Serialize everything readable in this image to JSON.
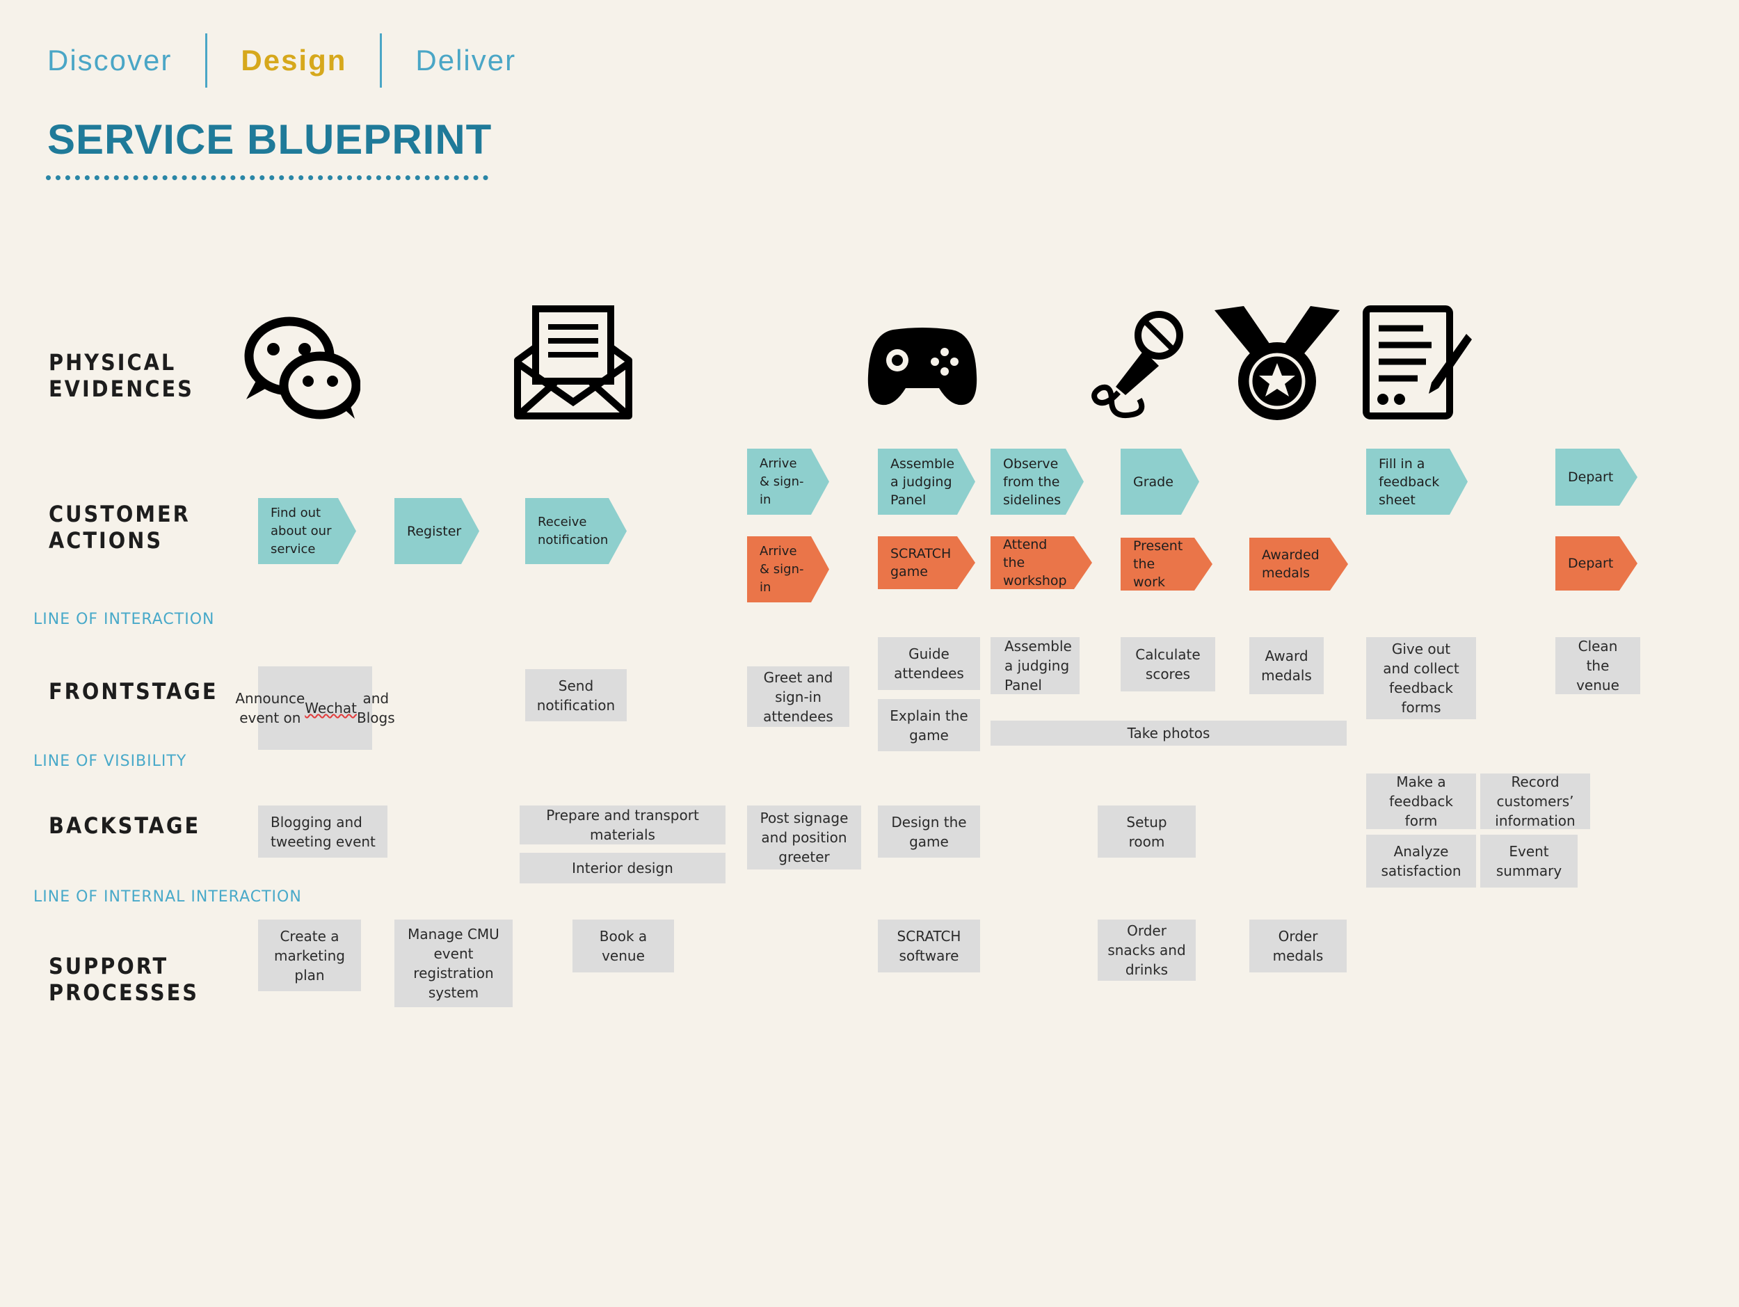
{
  "nav": {
    "items": [
      "Discover",
      "Design",
      "Deliver"
    ],
    "active": "Design"
  },
  "title": "SERVICE BLUEPRINT",
  "colors": {
    "teal": "#8ecfcd",
    "orange": "#ea7549",
    "box": "#dcdcdc",
    "accent_blue": "#1f7a99",
    "line_label": "#48a9c9",
    "active_nav": "#d6a81c"
  },
  "rows": {
    "physical_evidences": "PHYSICAL\nEVIDENCES",
    "customer_actions": "CUSTOMER\nACTIONS",
    "frontstage": "FRONTSTAGE",
    "backstage": "BACKSTAGE",
    "support_processes": "SUPPORT\nPROCESSES"
  },
  "lines": {
    "interaction": "LINE OF INTERACTION",
    "visibility": "LINE OF VISIBILITY",
    "internal_interaction": "LINE OF INTERNAL INTERACTION"
  },
  "icons": [
    "wechat-icon",
    "envelope-icon",
    "gamepad-icon",
    "microphone-icon",
    "medal-icon",
    "feedback-form-icon"
  ],
  "customer_actions": {
    "find_out": "Find out\nabout our\nservice",
    "register": "Register",
    "receive_notification": "Receive\nnotification",
    "arrive_teal": "Arrive\n& sign-\nin",
    "assemble_panel": "Assemble\na judging\nPanel",
    "observe": "Observe\nfrom the\nsidelines",
    "grade": "Grade",
    "fill_feedback": "Fill in a\nfeedback\nsheet",
    "depart_teal": "Depart",
    "arrive_orange": "Arrive\n& sign-\nin",
    "scratch_game": "SCRATCH\ngame",
    "attend_workshop": "Attend the\nworkshop",
    "present_work": "Present\nthe work",
    "awarded_medals": "Awarded\nmedals",
    "depart_orange": "Depart"
  },
  "frontstage": {
    "announce_pre": "Announce\nevent on\n",
    "announce_wechat": "Wechat",
    "announce_post": " and\nBlogs",
    "send_notification": "Send\nnotification",
    "greet": "Greet and\nsign-in\nattendees",
    "guide": "Guide\nattendees",
    "explain": "Explain the\ngame",
    "assemble_panel": "Assemble\na judging\nPanel",
    "calculate": "Calculate\nscores",
    "award": "Award\nmedals",
    "give_out": "Give out\nand collect\nfeedback\nforms",
    "clean": "Clean\nthe\nvenue",
    "take_photos": "Take photos"
  },
  "backstage": {
    "blogging": "Blogging and\ntweeting event",
    "prepare": "Prepare and transport\nmaterials",
    "interior": "Interior design",
    "post_signage": "Post signage\nand position\ngreeter",
    "design_game": "Design the\ngame",
    "setup_room": "Setup\nroom",
    "make_form": "Make a\nfeedback\nform",
    "record": "Record\ncustomers’\ninformation",
    "analyze": "Analyze\nsatisfaction",
    "event_summary": "Event\nsummary"
  },
  "support": {
    "marketing": "Create a\nmarketing\nplan",
    "manage_cmu": "Manage CMU\nevent\nregistration\nsystem",
    "book_venue": "Book a\nvenue",
    "scratch_software": "SCRATCH\nsoftware",
    "order_snacks": "Order\nsnacks and\ndrinks",
    "order_medals": "Order\nmedals"
  }
}
